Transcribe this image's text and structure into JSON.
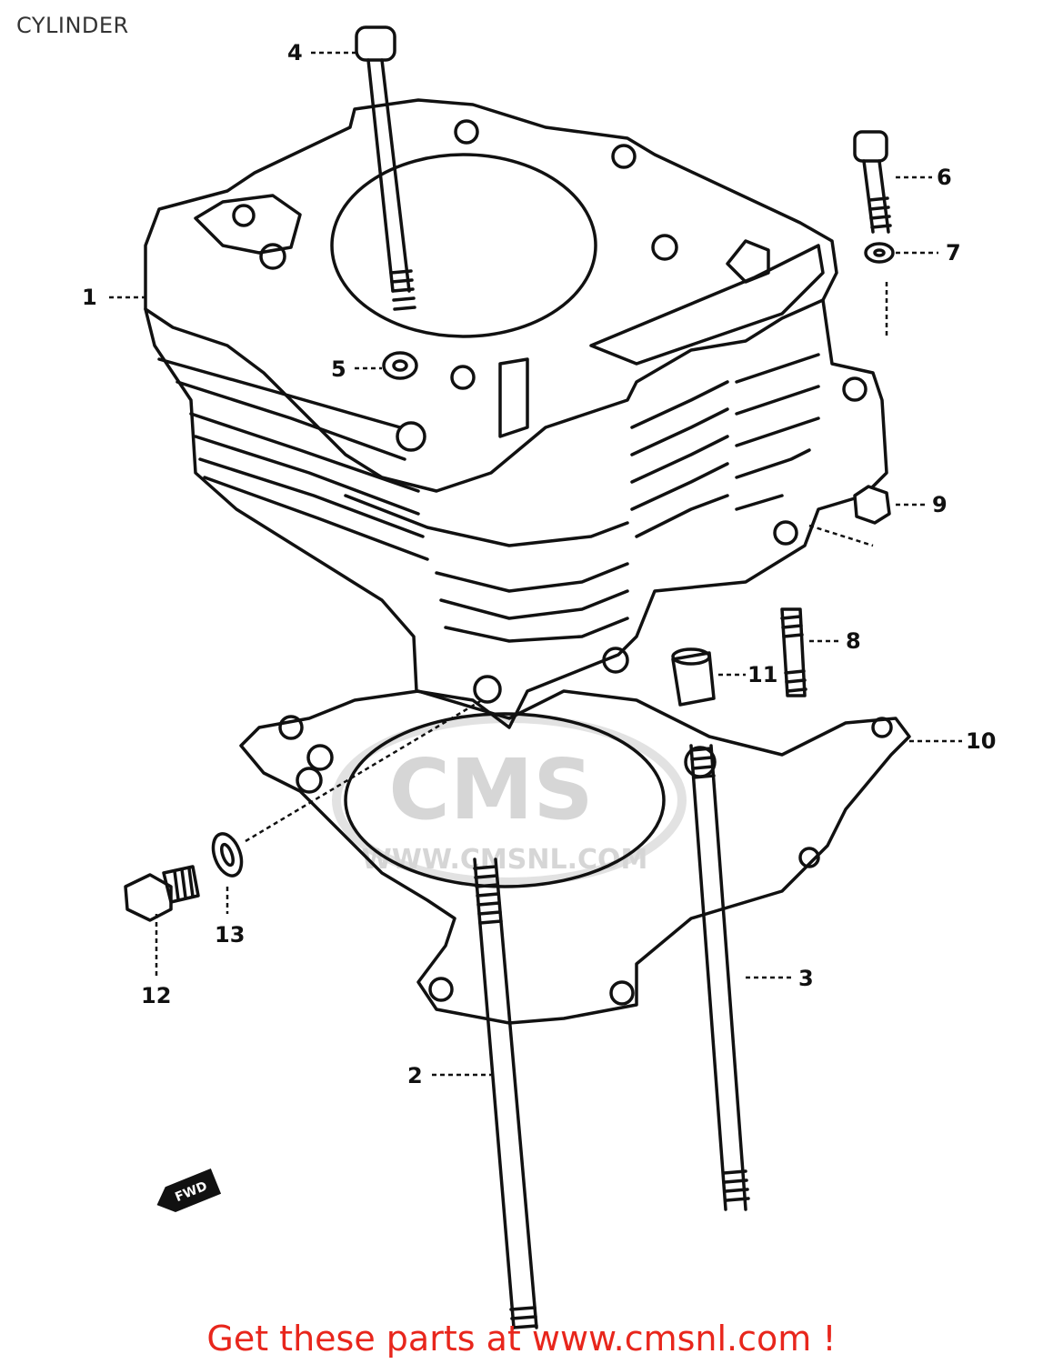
{
  "page": {
    "title": "CYLINDER"
  },
  "watermark": {
    "logo": "CMS",
    "url": "WWW.CMSNL.COM"
  },
  "parts": [
    {
      "ref": "1",
      "name": "cylinder"
    },
    {
      "ref": "2",
      "name": "stud"
    },
    {
      "ref": "3",
      "name": "stud"
    },
    {
      "ref": "4",
      "name": "bolt"
    },
    {
      "ref": "5",
      "name": "washer"
    },
    {
      "ref": "6",
      "name": "bolt"
    },
    {
      "ref": "7",
      "name": "washer"
    },
    {
      "ref": "8",
      "name": "stud"
    },
    {
      "ref": "9",
      "name": "nut"
    },
    {
      "ref": "10",
      "name": "gasket"
    },
    {
      "ref": "11",
      "name": "dowel pin"
    },
    {
      "ref": "12",
      "name": "plug"
    },
    {
      "ref": "13",
      "name": "gasket"
    }
  ],
  "fwd_marker": "FWD",
  "footer": {
    "text": "Get these parts at www.cmsnl.com !",
    "color": "#e8261c"
  }
}
